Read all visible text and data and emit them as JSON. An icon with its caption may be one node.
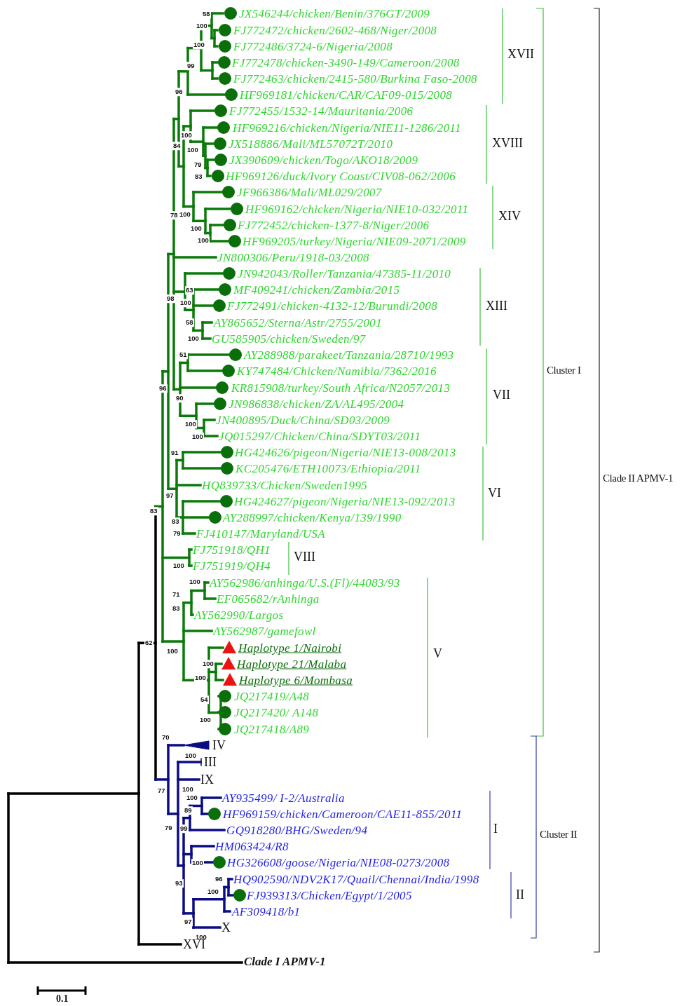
{
  "diagram": {
    "labels": [
      "58",
      "JX546244/chicken/Benin/376GT/2009",
      "100",
      "FJ772472/chicken/2602-468/Niger/2008",
      "100",
      "FJ772486/3724-6/Nigeria/2008",
      "XVII",
      "FJ772478/chicken-3490-149/Cameroon/2008",
      "99",
      "FJ772463/chicken/2415-580/Burkina Faso-2008",
      "96",
      "HF969181/chicken/CAR/CAF09-015/2008",
      "FJ772455/1532-14/Mauritania/2006",
      "HF969216/chicken/Nigeria/NIE11-1286/2011",
      "100",
      "XVIII",
      "JX518886/Mali/ML57072T/2010",
      "84",
      "100",
      "JX390609/chicken/Togo/AKO18/2009",
      "79",
      "83",
      "HF969126/duck/Ivory Coast/CIV08-062/2006",
      "JF966386/Mali/ML029/2007",
      "HF969162/chicken/Nigeria/NIE10-032/2011",
      "78",
      "100",
      "XIV",
      "FJ772452/chicken-1377-8/Niger/2006",
      "100",
      "100",
      "HF969205/turkey/Nigeria/NIE09-2071/2009",
      "JN800306/Peru/1918-03/2008",
      "JN942043/Roller/Tanzania/47385-11/2010",
      "63",
      "MF409241/chicken/Zambia/2015",
      "98",
      "100",
      "FJ772491/chicken-4132-12/Burundi/2008",
      "XIII",
      "58",
      "AY865652/Sterna/Astr/2755/2001",
      "100",
      "GU585905/chicken/Sweden/97",
      "51",
      "AY288988/parakeet/Tanzania/28710/1993",
      "KY747484/Chicken/Namibia/7362/2016",
      "Cluster I",
      "96",
      "KR815908/turkey/South Africa/N2057/2013",
      "VII",
      "90",
      "JN986838/chicken/ZA/AL495/2004",
      "JN400895/Duck/China/SD03/2009",
      "100",
      "100",
      "JQ015297/Chicken/China/SDYT03/2011",
      "91",
      "HG424626/pigeon/Nigeria/NIE13-008/2013",
      "KC205476/ETH10073/Ethiopia/2011",
      "Clade II APMV-1",
      "HQ839733/Chicken/Sweden1995",
      "VI",
      "97",
      "HG424627/pigeon/Nigeria/NIE13-092/2013",
      "83",
      "AY288997/chicken/Kenya/139/1990",
      "83",
      "79",
      "FJ410147/Maryland/USA",
      "FJ751918/QH1",
      "VIII",
      "100",
      "FJ751919/QH4",
      "100",
      "AY562986/anhinga/U.S.(Fl)/44083/93",
      "71",
      "EF065682/rAnhinga",
      "83",
      "AY562990/Largos",
      "AY562987/gamefowl",
      "62",
      "Haplotype 1/Nairobi",
      "100",
      "V",
      "100",
      "Haplotype 21/Malaba",
      "100",
      "Haplotype 6/Mombasa",
      "JQ217419/A48",
      "54",
      "JQ217420/ A148",
      "100",
      "JQ217418/A89",
      "70",
      "IV",
      "100",
      "III",
      "IX",
      "100",
      "77",
      "100",
      "AY935499/ I-2/Australia",
      "89",
      "HF969159/chicken/Cameroon/CAE11-855/2011",
      "79",
      "99",
      "I",
      "GQ918280/BHG/Sweden/94",
      "Cluster II",
      "HM063424/R8",
      "100",
      "HG326608/goose/Nigeria/NIE08-0273/2008",
      "96",
      "HQ902590/NDV2K17/Quail/Chennai/India/1998",
      "93",
      "100",
      "II",
      "FJ939313/Chicken/Egypt/1/2005",
      "AF309418/b1",
      "97",
      "X",
      "100",
      "XVI",
      "Clade I APMV-1",
      "0.1"
    ]
  }
}
